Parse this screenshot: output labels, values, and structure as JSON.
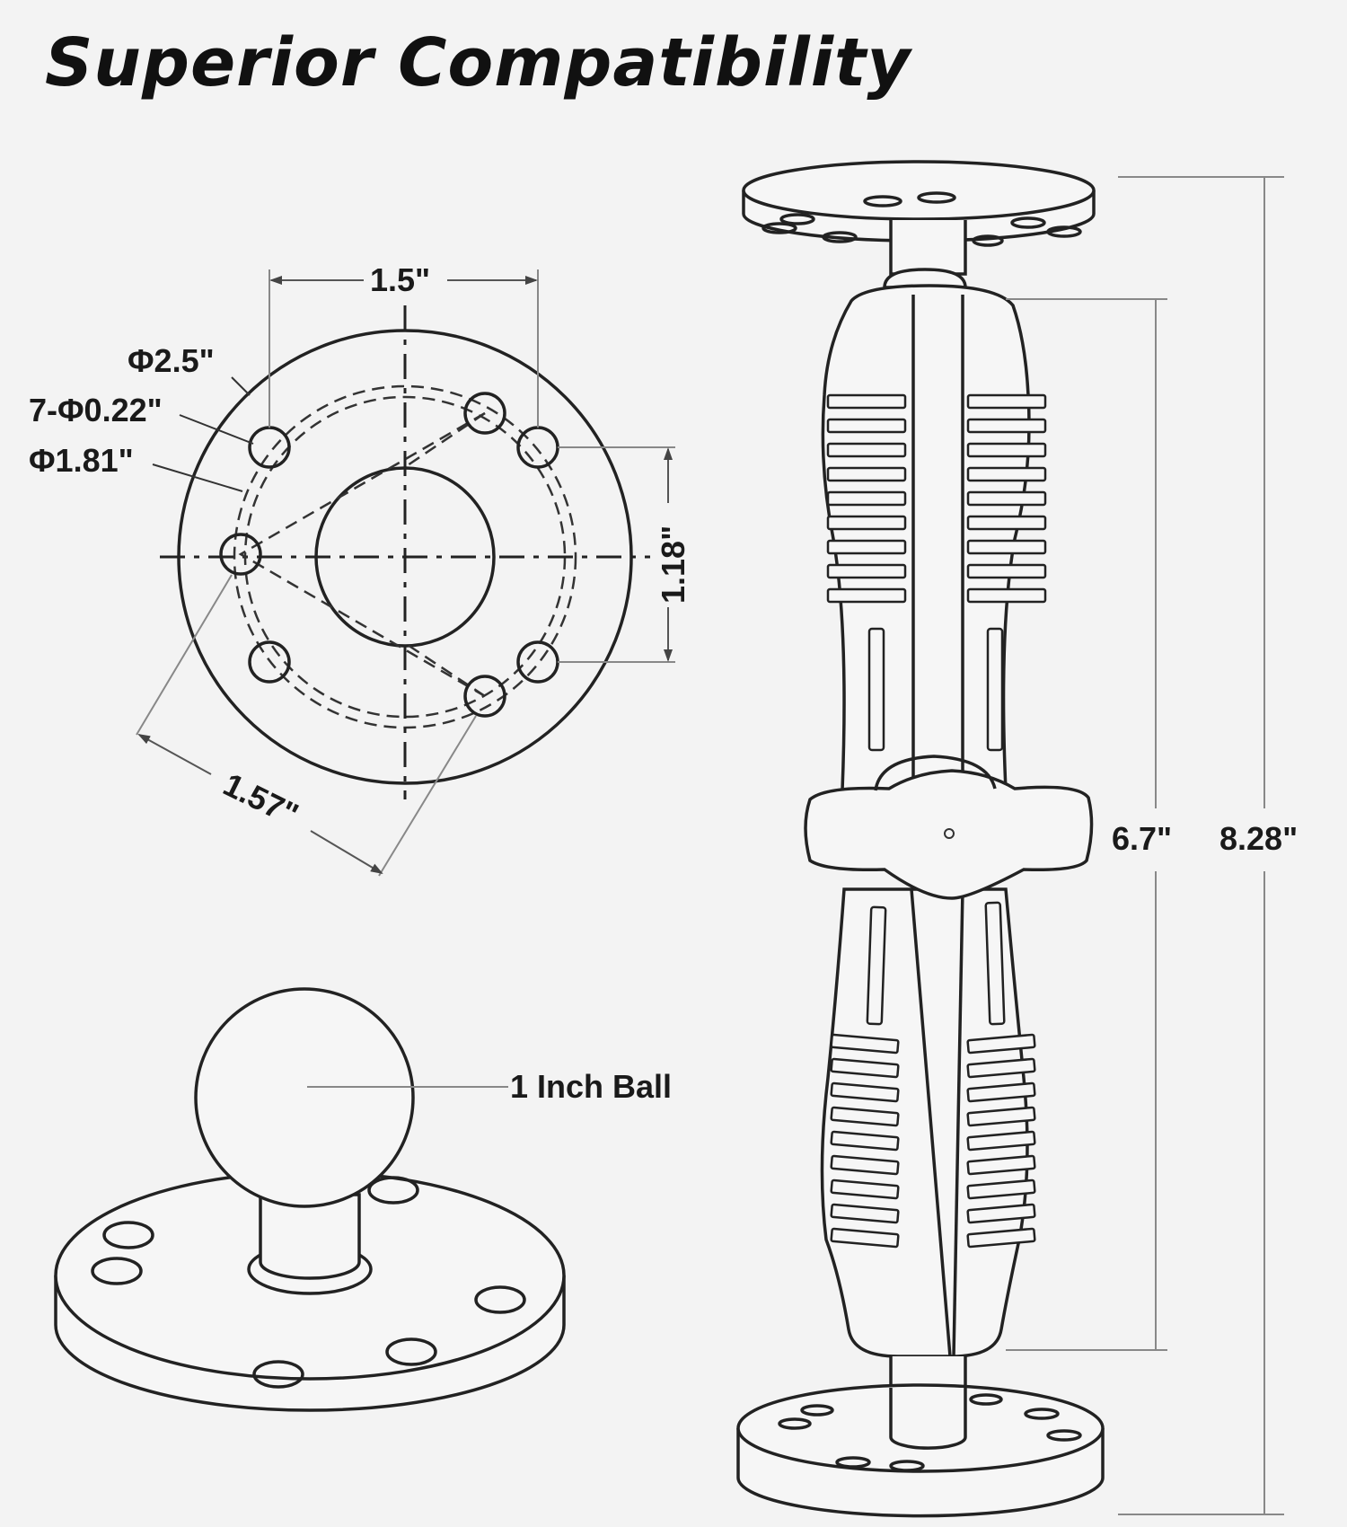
{
  "title": "Superior Compatibility",
  "plate_view": {
    "labels": {
      "width": "1.5\"",
      "outer_diameter": "Φ2.5\"",
      "holes": "7-Φ0.22\"",
      "bolt_circle": "Φ1.81\"",
      "hole_spacing_vertical": "1.18\"",
      "hole_spacing_diagonal": "1.57\""
    }
  },
  "ball_view": {
    "label": "1 Inch Ball"
  },
  "arm_view": {
    "labels": {
      "arm_length": "6.7\"",
      "total_length": "8.28\""
    }
  }
}
